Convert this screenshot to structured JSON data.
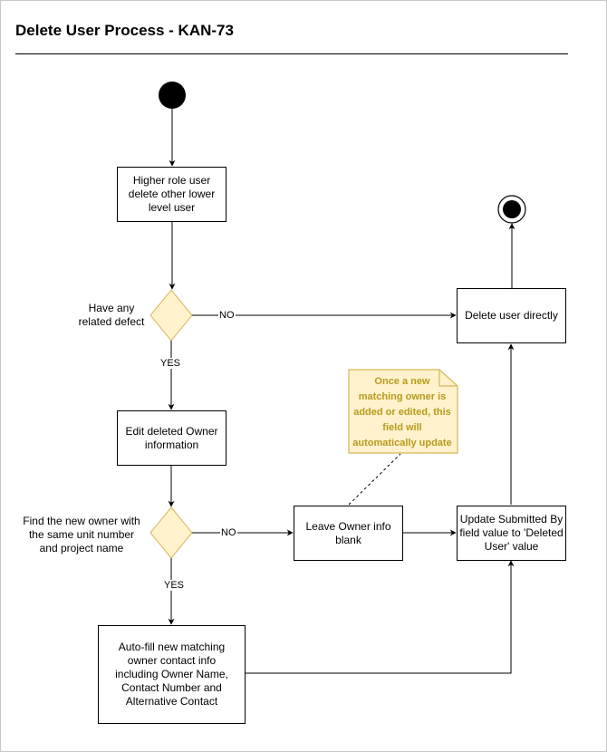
{
  "title": "Delete User Process - KAN-73",
  "nodes": {
    "higher_role": "Higher role user delete other lower level user",
    "decision_defect": "Have any related defect",
    "delete_directly": "Delete user directly",
    "edit_owner": "Edit deleted Owner information",
    "decision_find": "Find the new owner with the same unit number and project name",
    "leave_blank": "Leave Owner info blank",
    "update_submitted": "Update Submitted By field value to 'Deleted User' value",
    "autofill": "Auto-fill new matching owner contact info including Owner Name, Contact Number and Alternative Contact",
    "note": "Once a new matching owner is added or edited, this field will automatically update"
  },
  "edges": {
    "defect_no": "NO",
    "defect_yes": "YES",
    "find_no": "NO",
    "find_yes": "YES"
  },
  "colors": {
    "decision_fill": "#fff2cc",
    "decision_stroke": "#d6b656",
    "note_fill": "#fff2cc",
    "note_stroke": "#d6b656",
    "note_text": "#b79a1c"
  }
}
